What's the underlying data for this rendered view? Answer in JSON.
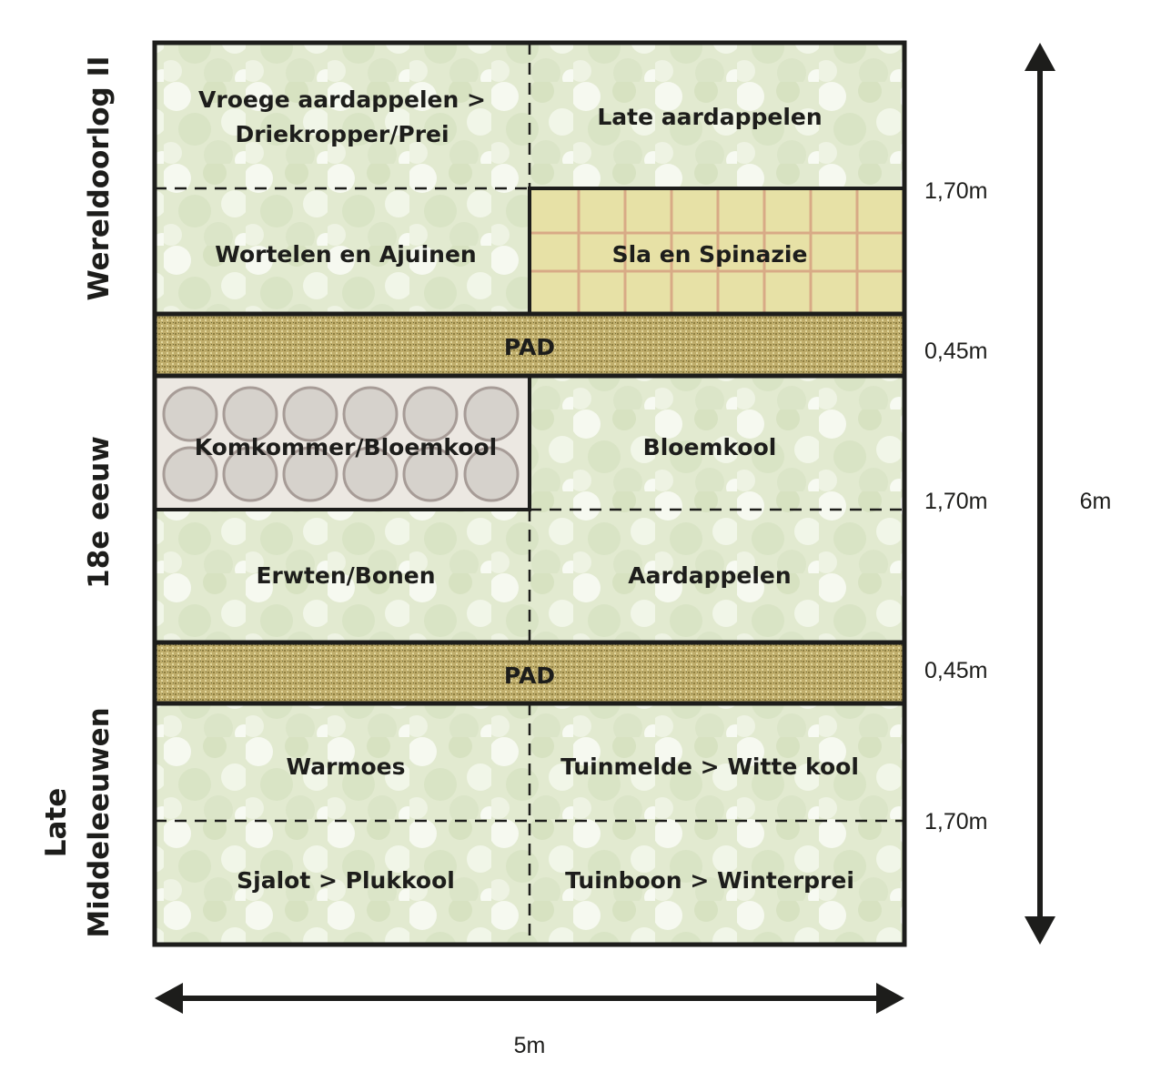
{
  "eras": {
    "top": "Wereldoorlog II",
    "middle": "18e eeuw",
    "bottom_line1": "Late",
    "bottom_line2": "Middeleeuwen"
  },
  "beds": {
    "ww2_top_left_line1": "Vroege aardappelen >",
    "ww2_top_left_line2": "Driekropper/Prei",
    "ww2_top_right": "Late aardappelen",
    "ww2_bottom_left": "Wortelen en Ajuinen",
    "ww2_bottom_right": "Sla en Spinazie",
    "c18_top_left": "Komkommer/Bloemkool",
    "c18_top_right": "Bloemkool",
    "c18_bottom_left": "Erwten/Bonen",
    "c18_bottom_right": "Aardappelen",
    "mid_top_left": "Warmoes",
    "mid_top_right": "Tuinmelde > Witte kool",
    "mid_bottom_left": "Sjalot > Plukkool",
    "mid_bottom_right": "Tuinboon > Winterprei"
  },
  "paths": {
    "path1": "PAD",
    "path2": "PAD"
  },
  "dimensions": {
    "section1": "1,70m",
    "path1": "0,45m",
    "section2": "1,70m",
    "path2": "0,45m",
    "section3": "1,70m",
    "total_height": "6m",
    "total_width": "5m"
  },
  "colors": {
    "bed_fill": "#e4ecd2",
    "salad_fill": "#e7e1a6",
    "salad_grid": "#d8aa86",
    "path_fill": "#bfae6a",
    "circle_fill": "#d6d2cc",
    "circle_stroke": "#a79c97",
    "outline": "#1d1d1b"
  }
}
